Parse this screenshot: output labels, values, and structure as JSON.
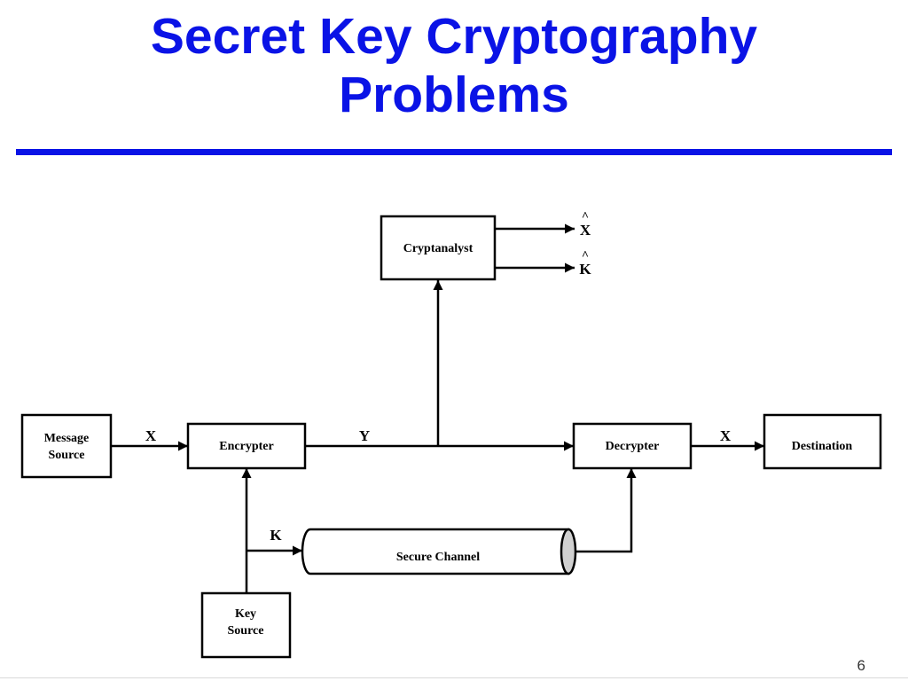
{
  "slide": {
    "title_line1": "Secret Key Cryptography",
    "title_line2": "Problems",
    "page_number": "6",
    "title_color": "#0a13e6"
  },
  "diagram": {
    "boxes": {
      "message_source_line1": "Message",
      "message_source_line2": "Source",
      "encrypter": "Encrypter",
      "decrypter": "Decrypter",
      "destination": "Destination",
      "cryptanalyst": "Cryptanalyst",
      "key_source_line1": "Key",
      "key_source_line2": "Source",
      "secure_channel": "Secure Channel"
    },
    "edge_labels": {
      "plaintext_in": "X",
      "ciphertext": "Y",
      "plaintext_out": "X",
      "key": "K",
      "estimated_plaintext": "X",
      "estimated_key": "K",
      "estimate_mark": "^"
    }
  }
}
